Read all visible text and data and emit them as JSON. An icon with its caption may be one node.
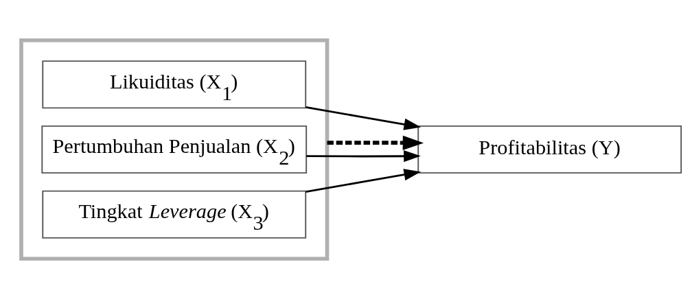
{
  "diagram": {
    "nodes": [
      {
        "text": [],
        "shape": "box"
      },
      {
        "text": [
          "Likuiditas (X$_{1}$)"
        ],
        "in": 0
      },
      {
        "text": [
          "Pertumbuhan Penjualan (X$_{2}$)"
        ],
        "in": 0
      },
      {
        "text": [
          "Tingkat *Leverage* (X$_{3}$)"
        ],
        "in": 0
      },
      {
        "text": [
          "Profitabilitas (Y)"
        ]
      }
    ],
    "edges": [
      {
        "from": 1,
        "to": 4,
        "arrow": "to"
      },
      {
        "from": 2,
        "to": 4,
        "arrow": "to"
      },
      {
        "from": 3,
        "to": 4,
        "arrow": "to"
      },
      {
        "from": 0,
        "to": 4,
        "arrow": "to",
        "style": "dashed"
      }
    ]
  }
}
